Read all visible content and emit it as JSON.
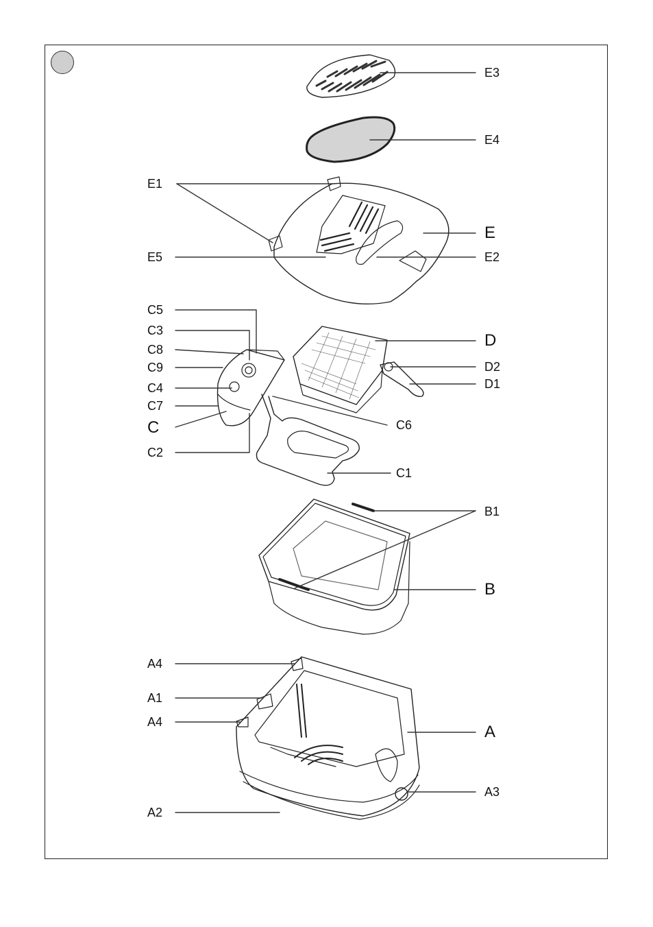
{
  "labels": {
    "E3": "E3",
    "E4": "E4",
    "E1": "E1",
    "E": "E",
    "E5": "E5",
    "E2": "E2",
    "C5": "C5",
    "C3": "C3",
    "C8": "C8",
    "C9": "C9",
    "C4": "C4",
    "C7": "C7",
    "C": "C",
    "C2": "C2",
    "C6": "C6",
    "C1": "C1",
    "D": "D",
    "D2": "D2",
    "D1": "D1",
    "B1": "B1",
    "B": "B",
    "A4_top": "A4",
    "A1": "A1",
    "A4_bottom": "A4",
    "A": "A",
    "A3": "A3",
    "A2": "A2"
  },
  "colors": {
    "line": "#222222",
    "badge": "#cfcfcf",
    "filter": "#d4d4d4"
  }
}
